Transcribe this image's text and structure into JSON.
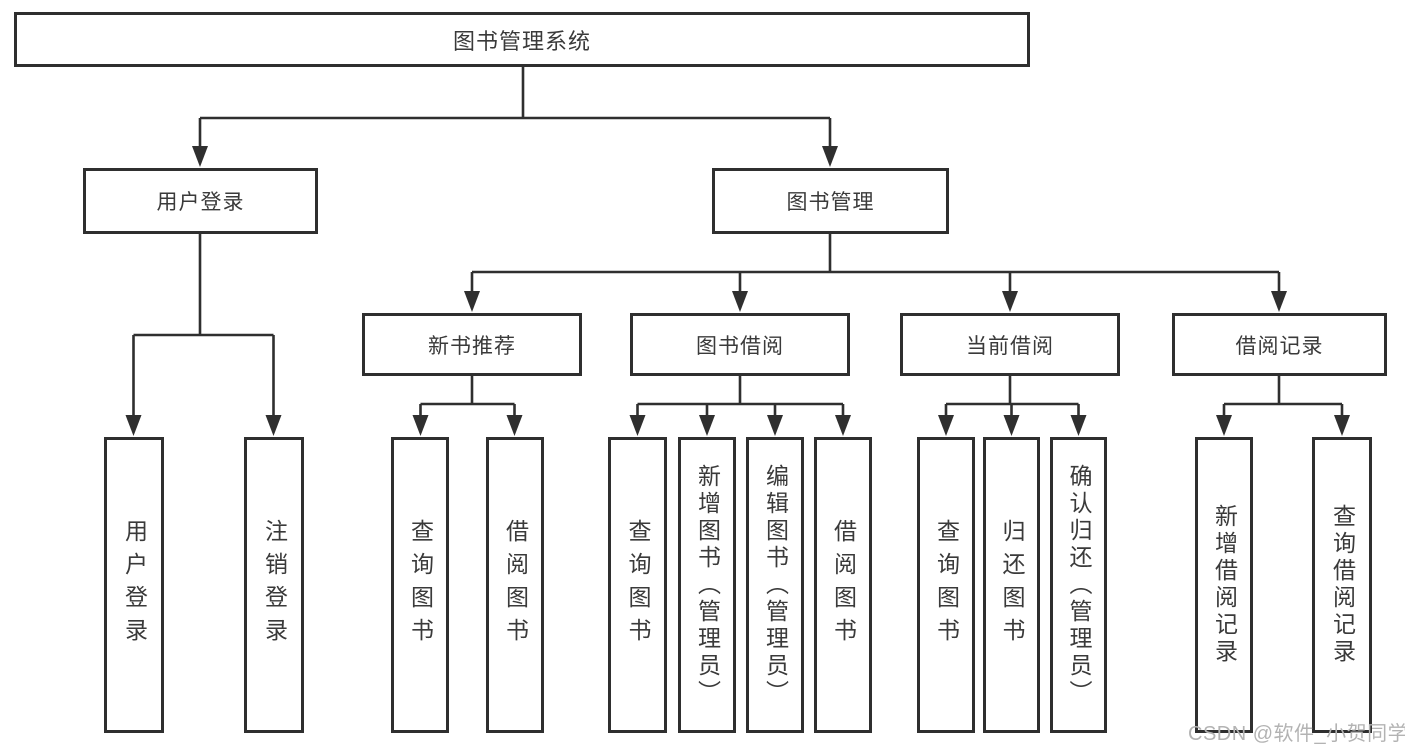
{
  "page": {
    "background": "#ffffff",
    "line_color": "#2f2f2f",
    "text_color": "#3a3a3a"
  },
  "watermark": {
    "text": "CSDN @软件_小贺同学",
    "color": "#b3b3b3"
  },
  "diagram": {
    "type": "hierarchy-tree",
    "title": "图书管理系统",
    "nodes": {
      "root": {
        "label": "图书管理系统",
        "level": 1
      },
      "user_login": {
        "label": "用户登录",
        "level": 2,
        "parent": "root"
      },
      "book_mgmt": {
        "label": "图书管理",
        "level": 2,
        "parent": "root"
      },
      "new_book": {
        "label": "新书推荐",
        "level": 3,
        "parent": "book_mgmt"
      },
      "book_borrow": {
        "label": "图书借阅",
        "level": 3,
        "parent": "book_mgmt"
      },
      "current_borrow": {
        "label": "当前借阅",
        "level": 3,
        "parent": "book_mgmt"
      },
      "borrow_record": {
        "label": "借阅记录",
        "level": 3,
        "parent": "book_mgmt"
      },
      "ul_login": {
        "label": "用户登录",
        "level": 4,
        "parent": "user_login"
      },
      "ul_logout": {
        "label": "注销登录",
        "level": 4,
        "parent": "user_login"
      },
      "nb_query": {
        "label": "查询图书",
        "level": 4,
        "parent": "new_book"
      },
      "nb_borrow": {
        "label": "借阅图书",
        "level": 4,
        "parent": "new_book"
      },
      "bb_query": {
        "label": "查询图书",
        "level": 4,
        "parent": "book_borrow"
      },
      "bb_add": {
        "label": "新增图书（管理员）",
        "level": 4,
        "parent": "book_borrow"
      },
      "bb_edit": {
        "label": "编辑图书（管理员）",
        "level": 4,
        "parent": "book_borrow"
      },
      "bb_borrow": {
        "label": "借阅图书",
        "level": 4,
        "parent": "book_borrow"
      },
      "cb_query": {
        "label": "查询图书",
        "level": 4,
        "parent": "current_borrow"
      },
      "cb_return": {
        "label": "归还图书",
        "level": 4,
        "parent": "current_borrow"
      },
      "cb_confirm": {
        "label": "确认归还（管理员）",
        "level": 4,
        "parent": "current_borrow"
      },
      "br_add": {
        "label": "新增借阅记录",
        "level": 4,
        "parent": "borrow_record"
      },
      "br_query": {
        "label": "查询借阅记录",
        "level": 4,
        "parent": "borrow_record"
      }
    },
    "hierarchy": {
      "root": [
        "user_login",
        "book_mgmt"
      ],
      "user_login": [
        "ul_login",
        "ul_logout"
      ],
      "book_mgmt": [
        "new_book",
        "book_borrow",
        "current_borrow",
        "borrow_record"
      ],
      "new_book": [
        "nb_query",
        "nb_borrow"
      ],
      "book_borrow": [
        "bb_query",
        "bb_add",
        "bb_edit",
        "bb_borrow"
      ],
      "current_borrow": [
        "cb_query",
        "cb_return",
        "cb_confirm"
      ],
      "borrow_record": [
        "br_add",
        "br_query"
      ]
    }
  }
}
